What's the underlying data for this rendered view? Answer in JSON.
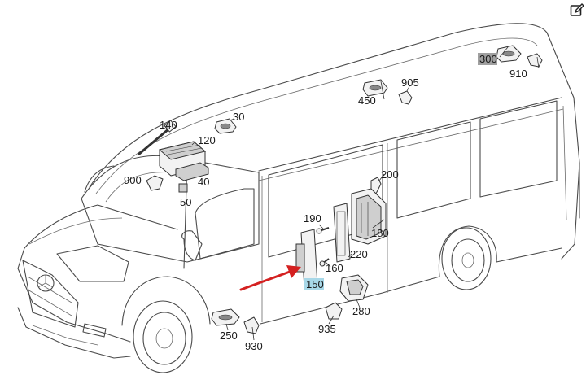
{
  "diagram": {
    "labels": {
      "p30": "30",
      "p40": "40",
      "p50": "50",
      "p120": "120",
      "p140": "140",
      "p150": "150",
      "p160": "160",
      "p180": "180",
      "p190": "190",
      "p200": "200",
      "p220": "220",
      "p250": "250",
      "p280": "280",
      "p300": "300",
      "p450": "450",
      "p900": "900",
      "p905": "905",
      "p910": "910",
      "p930": "930",
      "p935": "935"
    },
    "highlights": {
      "p150": "#a8d8e8",
      "p300": "#a0a0a0"
    },
    "arrow_color": "#d42020"
  },
  "toolbar": {
    "edit_icon": "edit-icon"
  }
}
